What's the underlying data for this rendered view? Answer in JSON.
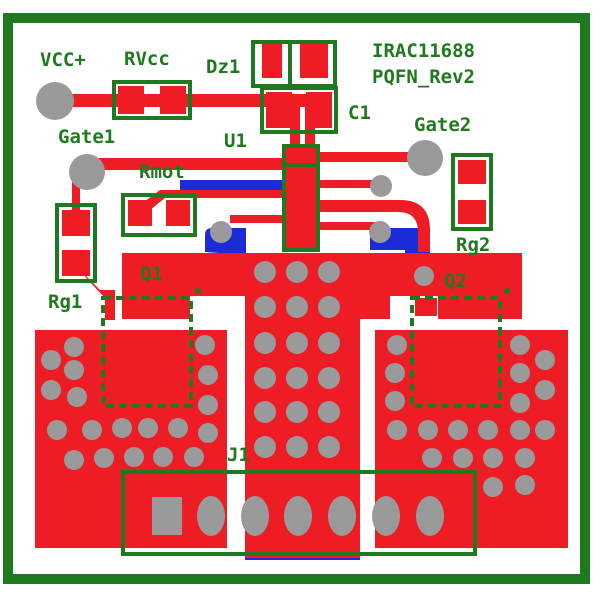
{
  "colors": {
    "copper_top": "#ee1c24",
    "copper_bottom": "#1b2bd6",
    "silkscreen": "#1f7a1f",
    "drill": "#9a9a9a",
    "board": "#ffffff"
  },
  "title": {
    "part": "IRAC11688",
    "revision": "PQFN_Rev2"
  },
  "labels": {
    "vcc": "VCC+",
    "rvcc": "RVcc",
    "dz1": "Dz1",
    "c1": "C1",
    "u1": "U1",
    "gate1": "Gate1",
    "gate2": "Gate2",
    "rmot": "Rmot",
    "rg1": "Rg1",
    "rg2": "Rg2",
    "q1": "Q1",
    "q2": "Q2",
    "j1": "J1"
  }
}
